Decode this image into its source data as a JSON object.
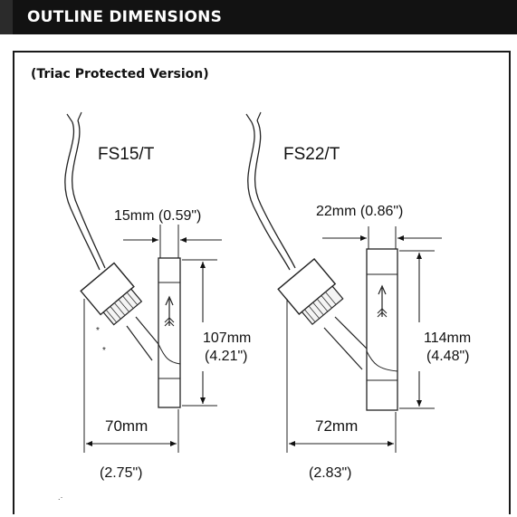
{
  "header": {
    "title": "OUTLINE DIMENSIONS"
  },
  "subtitle": "(Triac Protected Version)",
  "sensors": [
    {
      "model": "FS15/T",
      "width_label": "15mm (0.59\")",
      "height_mm": "107mm",
      "height_in": "(4.21\")",
      "length_mm": "70mm",
      "length_in": "(2.75\")"
    },
    {
      "model": "FS22/T",
      "width_label": "22mm (0.86\")",
      "height_mm": "114mm",
      "height_in": "(4.48\")",
      "length_mm": "72mm",
      "length_in": "(2.83\")"
    }
  ]
}
